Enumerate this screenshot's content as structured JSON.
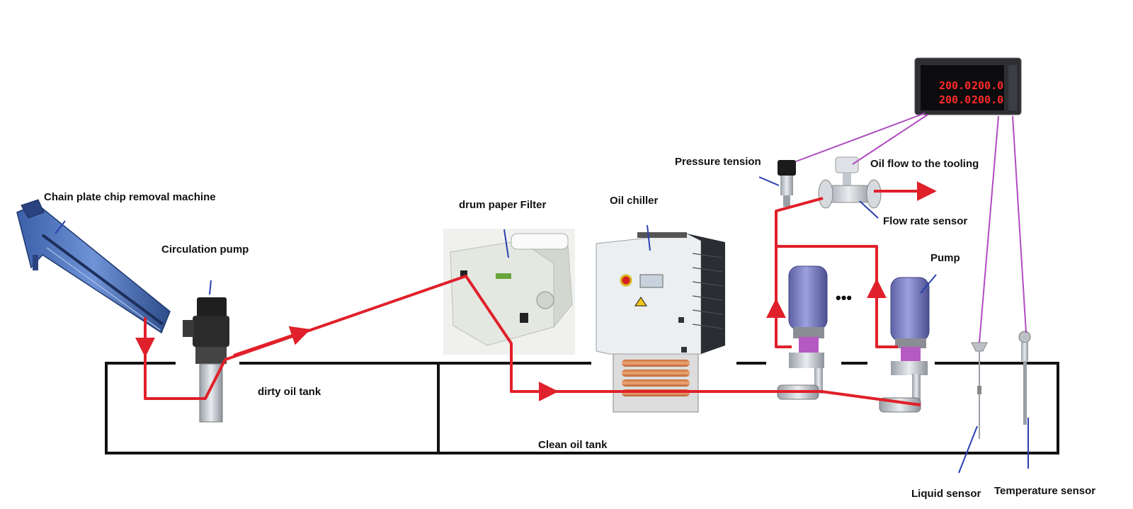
{
  "labels": {
    "chain_conveyor": "Chain plate chip removal machine",
    "circulation_pump": "Circulation pump",
    "drum_filter": "drum paper Filter",
    "oil_chiller": "Oil chiller",
    "pressure": "Pressure tension",
    "oil_flow": "Oil flow to the tooling",
    "flow_sensor": "Flow rate sensor",
    "pump": "Pump",
    "dirty_tank": "dirty oil tank",
    "clean_tank": "Clean oil tank",
    "liquid_sensor": "Liquid sensor",
    "temp_sensor": "Temperature sensor",
    "ellipsis": "•••"
  },
  "display": {
    "r1a": "200.0",
    "r1b": "200.0",
    "r2a": "200.0",
    "r2b": "200.0"
  },
  "colors": {
    "flow": "#e0202a",
    "signal": "#b04cc0",
    "leader": "#2a3fb0",
    "tank": "#111111"
  }
}
